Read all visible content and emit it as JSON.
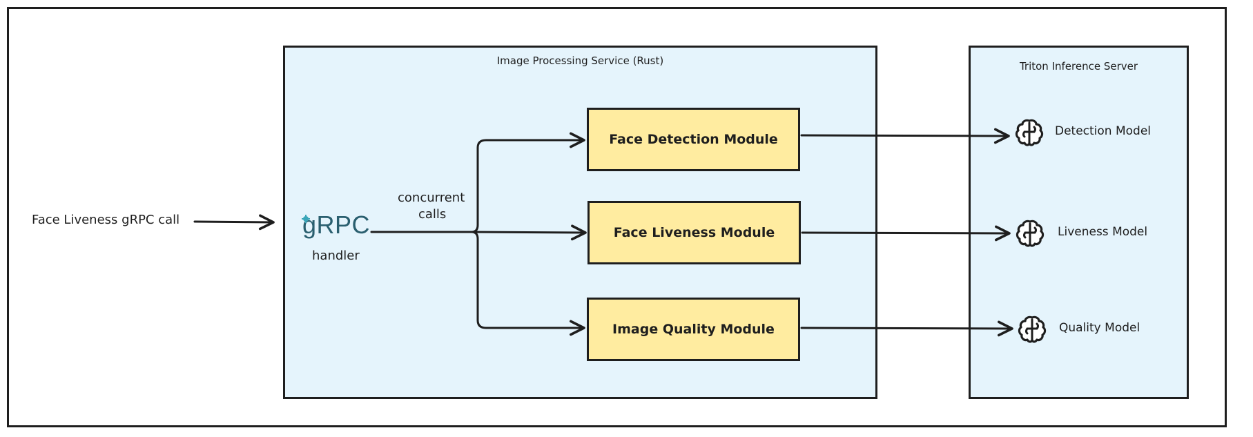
{
  "input": {
    "label": "Face Liveness gRPC call"
  },
  "service": {
    "title": "Image Processing Service (Rust)",
    "handler": {
      "logo_text": "gRPC",
      "label": "handler"
    },
    "fanout_label_line1": "concurrent",
    "fanout_label_line2": "calls",
    "modules": [
      {
        "label": "Face Detection Module"
      },
      {
        "label": "Face Liveness Module"
      },
      {
        "label": "Image Quality Module"
      }
    ]
  },
  "triton": {
    "title": "Triton Inference Server",
    "models": [
      {
        "label": "Detection Model",
        "icon": "brain-icon"
      },
      {
        "label": "Liveness Model",
        "icon": "brain-icon"
      },
      {
        "label": "Quality Model",
        "icon": "brain-icon"
      }
    ]
  },
  "colors": {
    "panel_fill": "#e5f4fc",
    "module_fill": "#ffeca0",
    "stroke": "#1e1e1e",
    "grpc_logo": "#2a5f6f"
  }
}
